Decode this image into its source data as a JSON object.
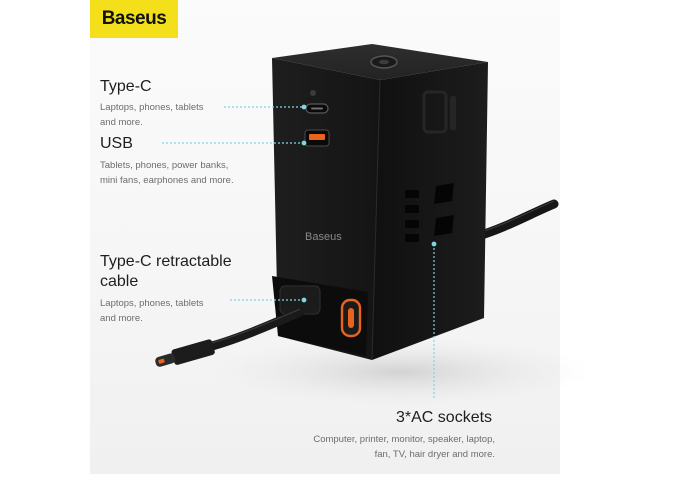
{
  "brand": {
    "name": "Baseus",
    "accent_color": "#f3e01a"
  },
  "product": {
    "body_color": "#141414",
    "port_accent_color": "#e8641e"
  },
  "callouts": {
    "type_c": {
      "title": "Type-C",
      "desc_line1": "Laptops, phones, tablets",
      "desc_line2": "and more."
    },
    "usb": {
      "title": "USB",
      "desc_line1": "Tablets, phones, power banks,",
      "desc_line2": "mini fans, earphones and more."
    },
    "cable": {
      "title_line1": "Type-C retractable",
      "title_line2": "cable",
      "desc_line1": "Laptops, phones, tablets",
      "desc_line2": "and more."
    },
    "ac": {
      "title": "3*AC sockets",
      "desc_line1": "Computer, printer, monitor, speaker, laptop,",
      "desc_line2": "fan, TV, hair dryer and more."
    }
  },
  "leader_color": "#7fd8e0"
}
